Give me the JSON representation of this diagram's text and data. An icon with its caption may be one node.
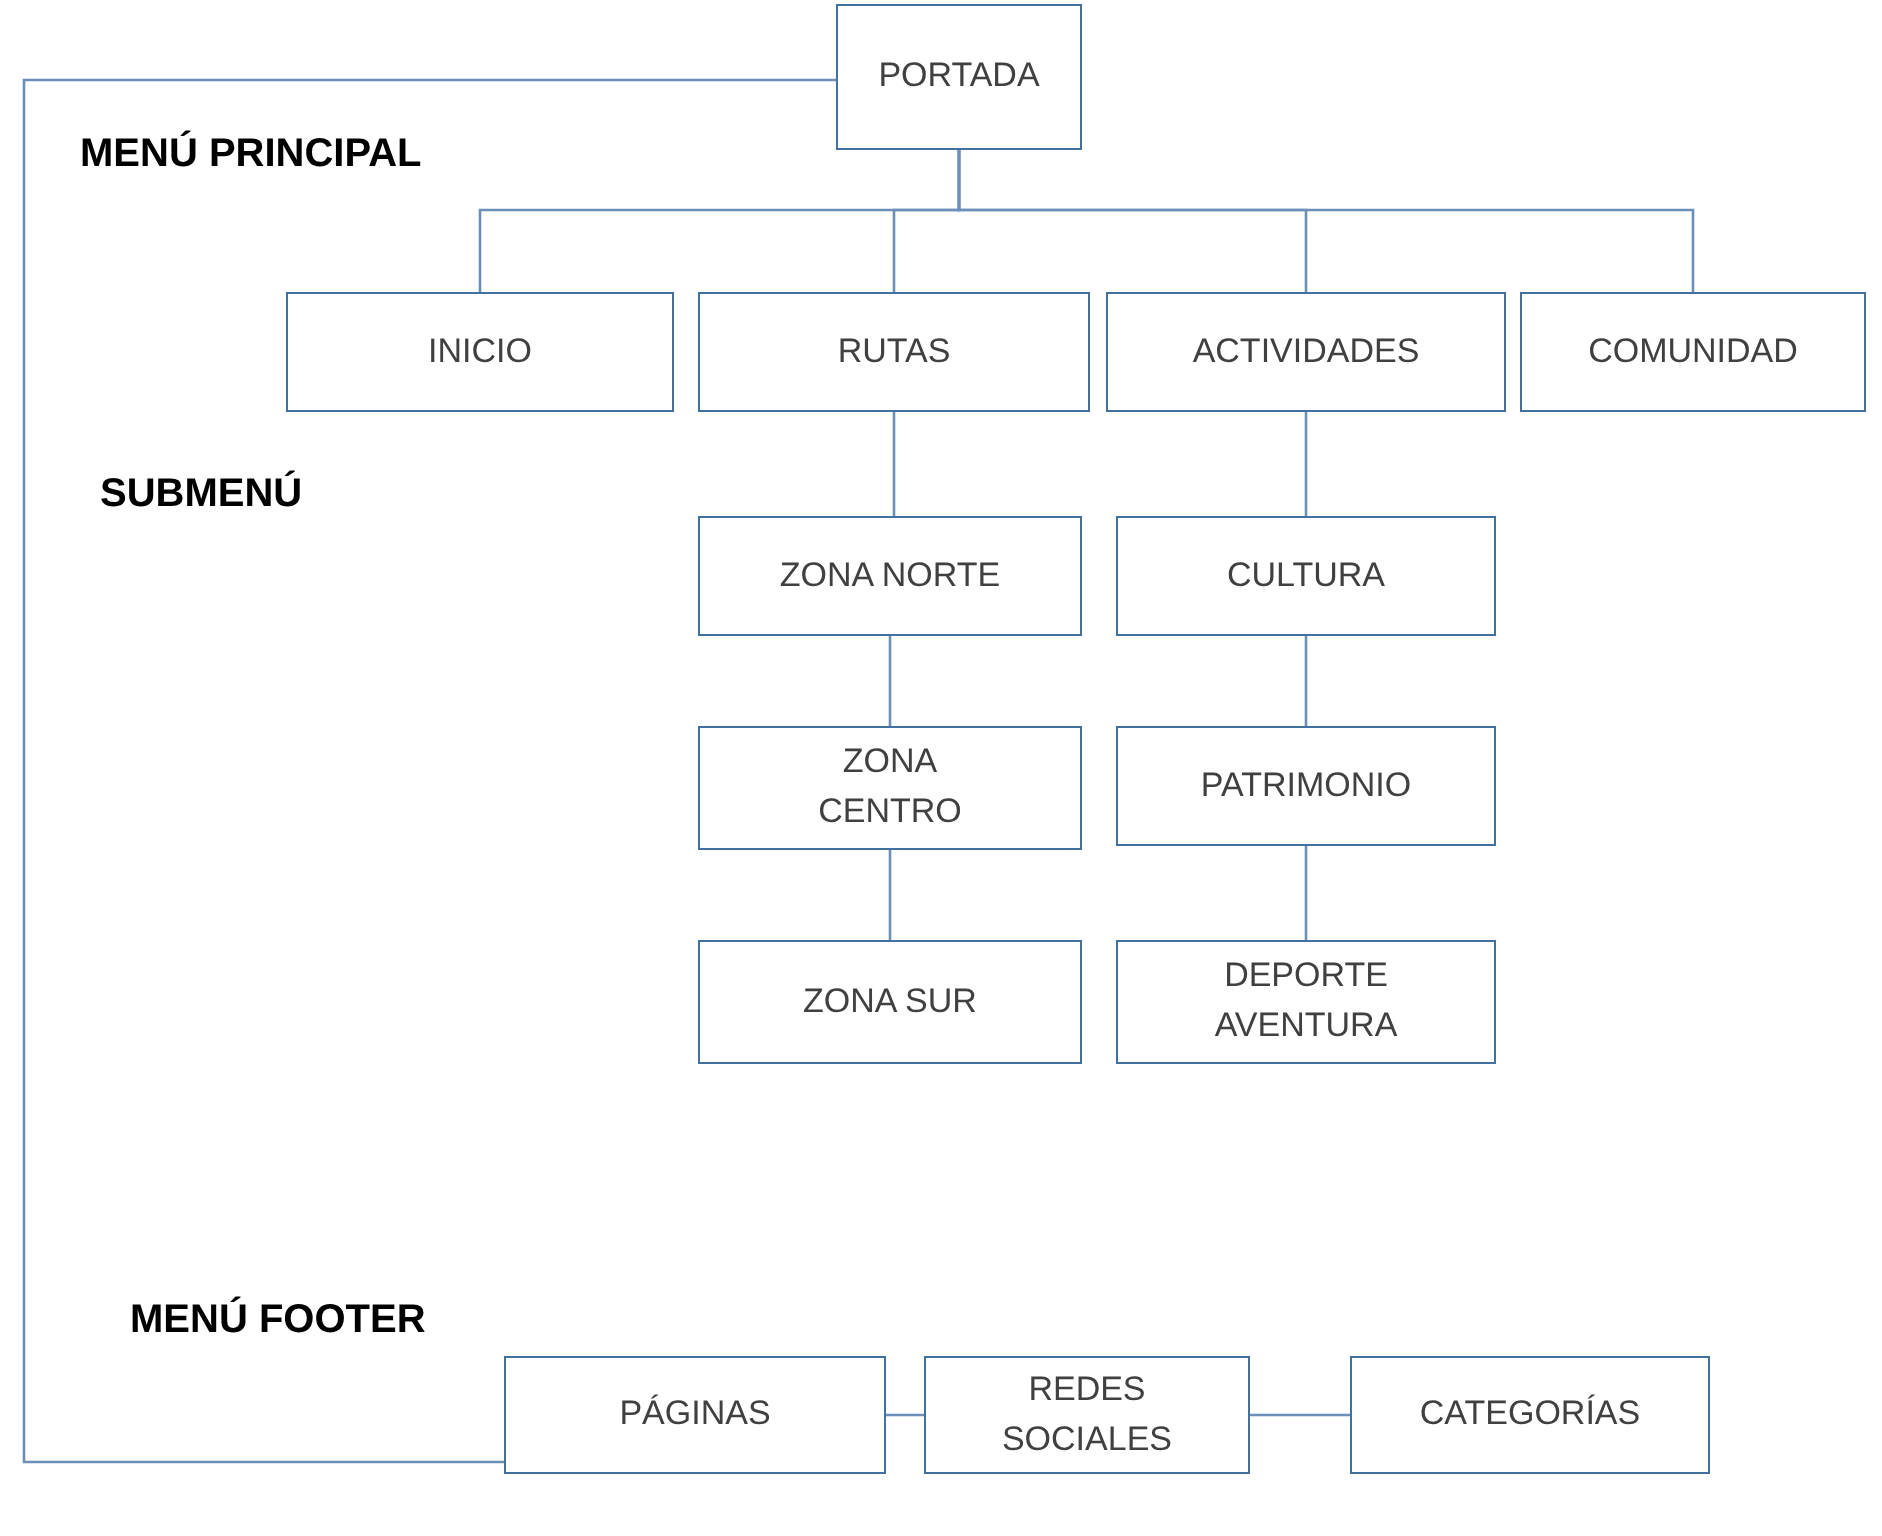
{
  "diagram": {
    "nodes": [
      {
        "text": [
          "PORTADA"
        ]
      },
      {
        "text": [
          "INICIO"
        ]
      },
      {
        "text": [
          "RUTAS"
        ]
      },
      {
        "text": [
          "ACTIVIDADES"
        ]
      },
      {
        "text": [
          "COMUNIDAD"
        ]
      },
      {
        "text": [
          "ZONA NORTE"
        ]
      },
      {
        "text": [
          "ZONA CENTRO"
        ]
      },
      {
        "text": [
          "ZONA SUR"
        ]
      },
      {
        "text": [
          "CULTURA"
        ]
      },
      {
        "text": [
          "PATRIMONIO"
        ]
      },
      {
        "text": [
          "DEPORTE AVENTURA"
        ]
      },
      {
        "text": [
          "PÁGINAS"
        ]
      },
      {
        "text": [
          "REDES SOCIALES"
        ]
      },
      {
        "text": [
          "CATEGORÍAS"
        ]
      }
    ],
    "edges": [
      {
        "from": 0,
        "to": 1,
        "arrow": "none"
      },
      {
        "from": 0,
        "to": 2,
        "arrow": "none"
      },
      {
        "from": 0,
        "to": 3,
        "arrow": "none"
      },
      {
        "from": 0,
        "to": 4,
        "arrow": "none"
      },
      {
        "from": 2,
        "to": 5,
        "arrow": "none"
      },
      {
        "from": 5,
        "to": 6,
        "arrow": "none"
      },
      {
        "from": 6,
        "to": 7,
        "arrow": "none"
      },
      {
        "from": 3,
        "to": 8,
        "arrow": "none"
      },
      {
        "from": 8,
        "to": 9,
        "arrow": "none"
      },
      {
        "from": 9,
        "to": 10,
        "arrow": "none"
      },
      {
        "from": 0,
        "to": 11,
        "arrow": "none"
      },
      {
        "from": 11,
        "to": 12,
        "arrow": "none"
      },
      {
        "from": 12,
        "to": 13,
        "arrow": "none"
      }
    ],
    "labels": [
      "MENÚ PRINCIPAL",
      "SUBMENÚ",
      "MENÚ FOOTER"
    ]
  }
}
